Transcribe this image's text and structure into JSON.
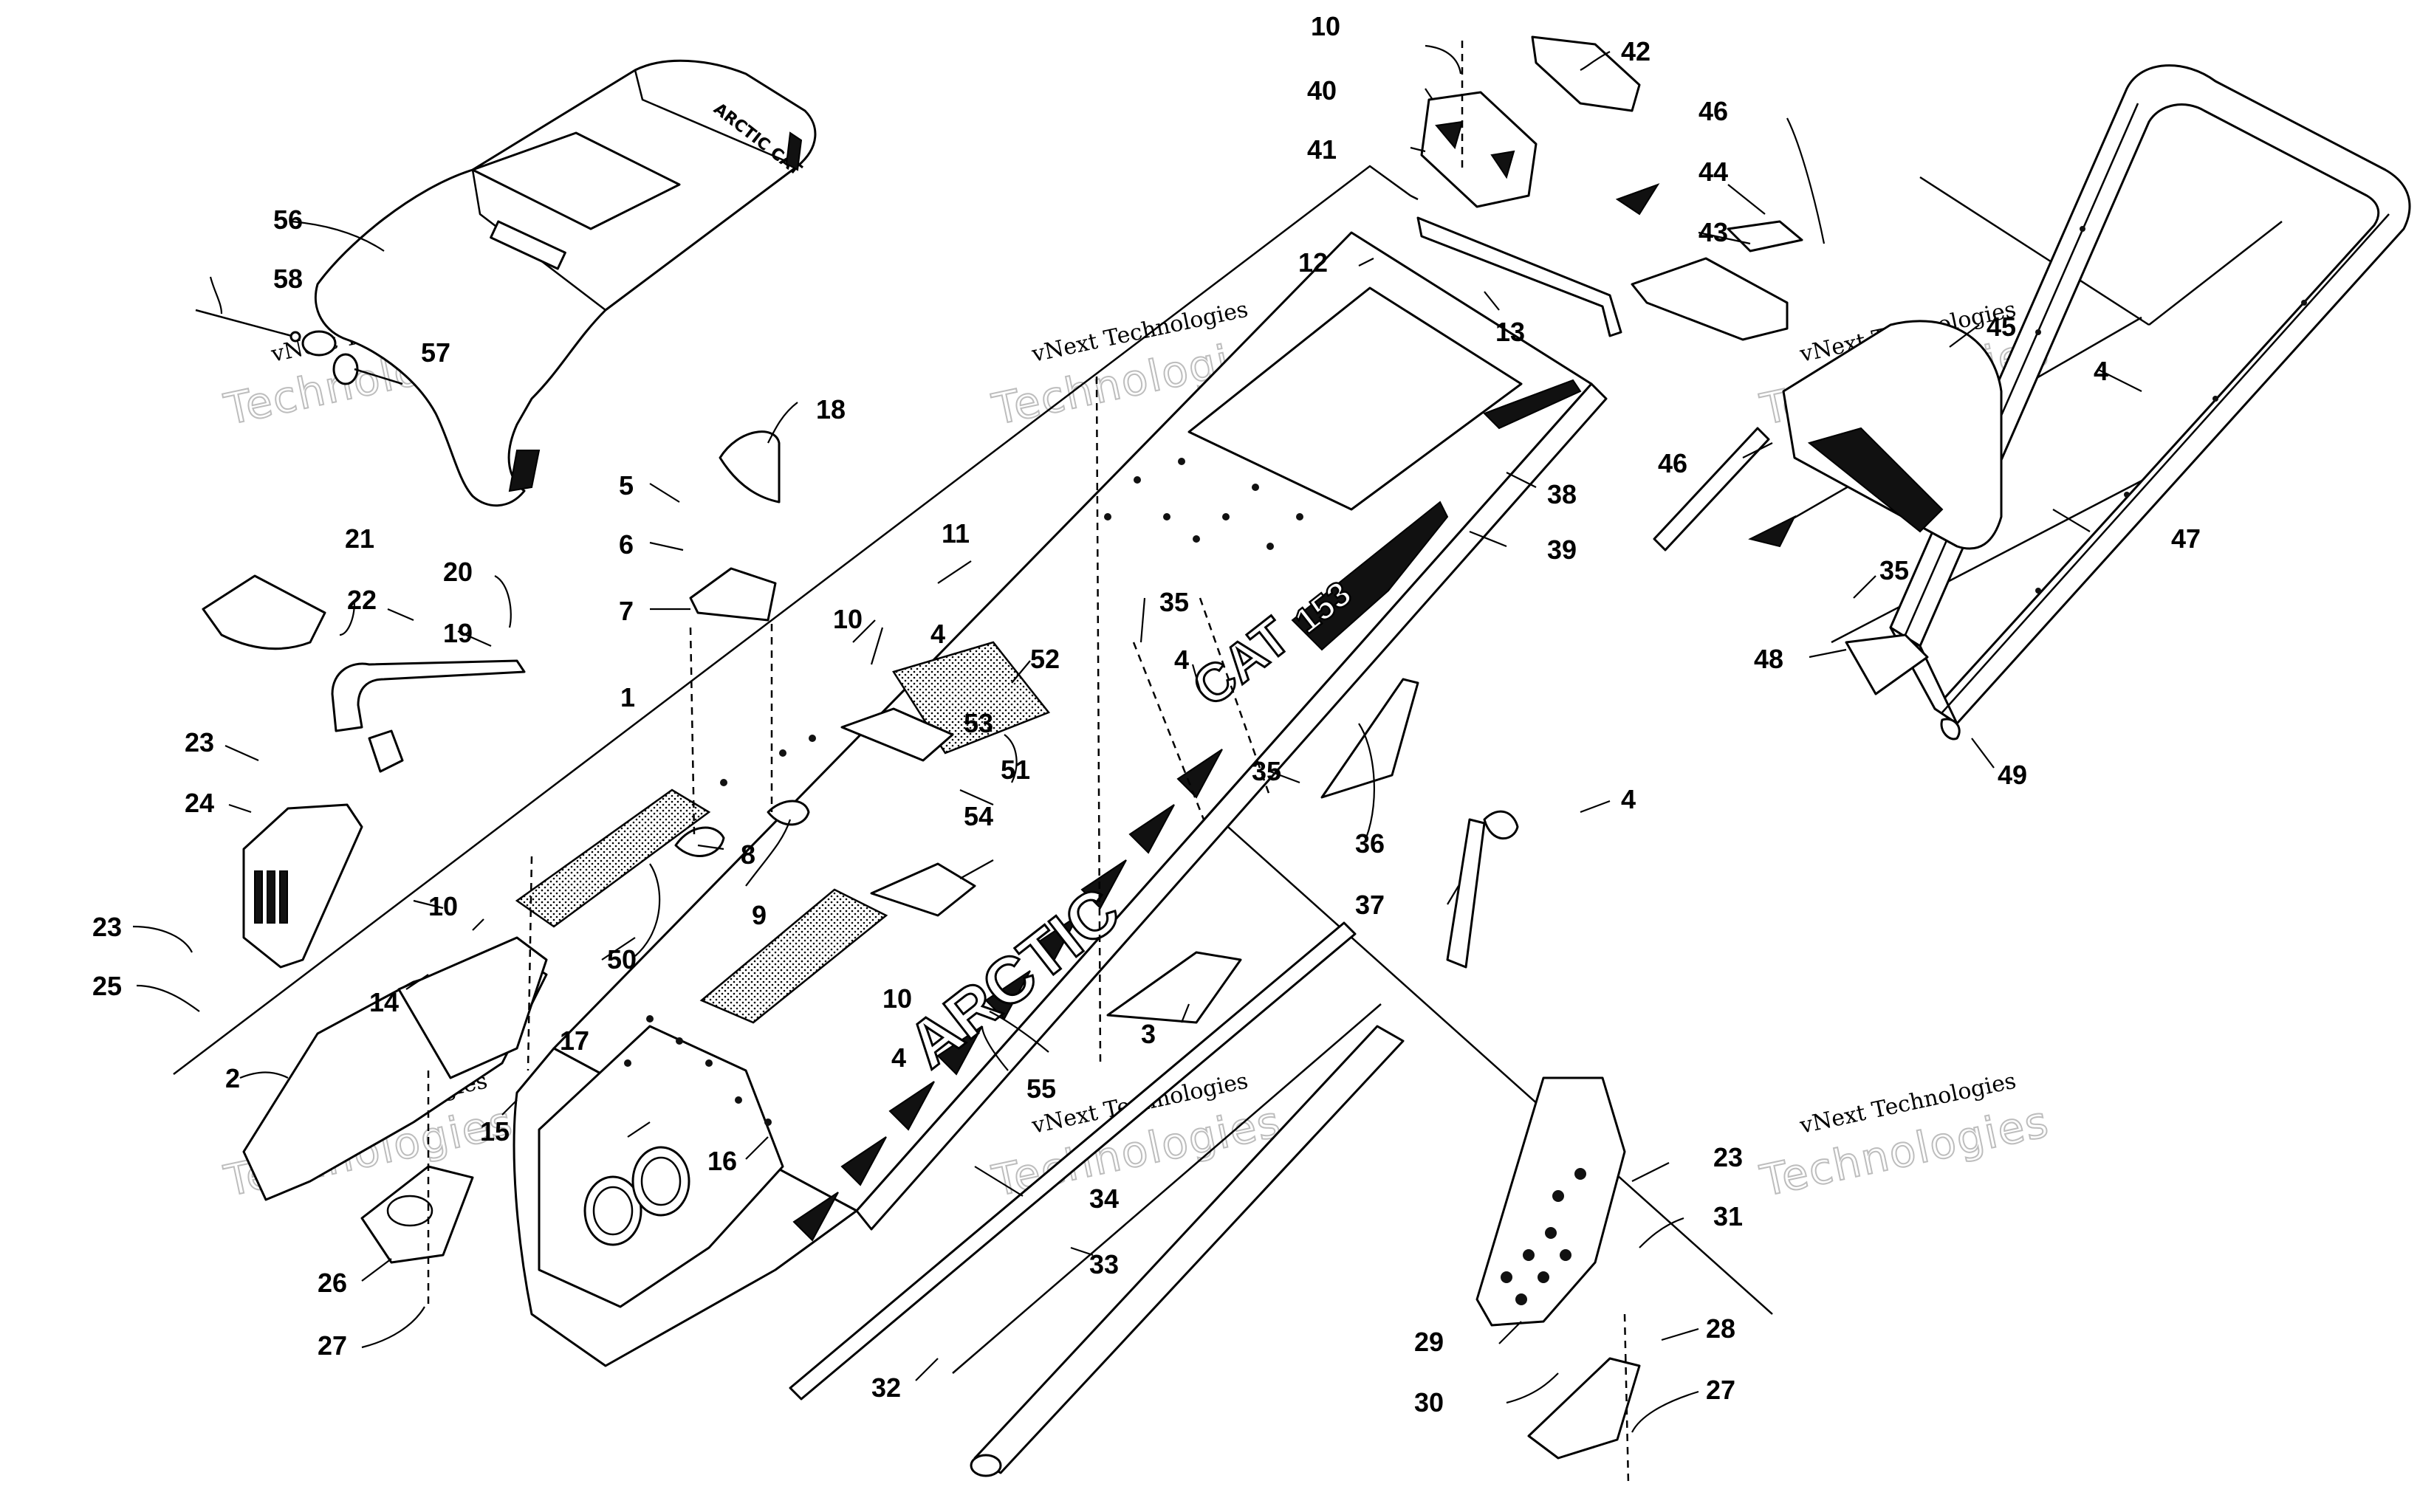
{
  "diagram": {
    "callouts": [
      {
        "num": "1"
      },
      {
        "num": "2"
      },
      {
        "num": "3"
      },
      {
        "num": "4"
      },
      {
        "num": "4"
      },
      {
        "num": "4"
      },
      {
        "num": "4"
      },
      {
        "num": "4"
      },
      {
        "num": "5"
      },
      {
        "num": "6"
      },
      {
        "num": "7"
      },
      {
        "num": "8"
      },
      {
        "num": "9"
      },
      {
        "num": "10"
      },
      {
        "num": "10"
      },
      {
        "num": "10"
      },
      {
        "num": "10"
      },
      {
        "num": "11"
      },
      {
        "num": "12"
      },
      {
        "num": "13"
      },
      {
        "num": "14"
      },
      {
        "num": "15"
      },
      {
        "num": "16"
      },
      {
        "num": "17"
      },
      {
        "num": "18"
      },
      {
        "num": "19"
      },
      {
        "num": "20"
      },
      {
        "num": "21"
      },
      {
        "num": "22"
      },
      {
        "num": "23"
      },
      {
        "num": "23"
      },
      {
        "num": "23"
      },
      {
        "num": "24"
      },
      {
        "num": "25"
      },
      {
        "num": "26"
      },
      {
        "num": "27"
      },
      {
        "num": "27"
      },
      {
        "num": "28"
      },
      {
        "num": "29"
      },
      {
        "num": "30"
      },
      {
        "num": "31"
      },
      {
        "num": "32"
      },
      {
        "num": "33"
      },
      {
        "num": "34"
      },
      {
        "num": "35"
      },
      {
        "num": "35"
      },
      {
        "num": "35"
      },
      {
        "num": "36"
      },
      {
        "num": "37"
      },
      {
        "num": "38"
      },
      {
        "num": "39"
      },
      {
        "num": "40"
      },
      {
        "num": "41"
      },
      {
        "num": "42"
      },
      {
        "num": "43"
      },
      {
        "num": "44"
      },
      {
        "num": "45"
      },
      {
        "num": "46"
      },
      {
        "num": "46"
      },
      {
        "num": "47"
      },
      {
        "num": "48"
      },
      {
        "num": "49"
      },
      {
        "num": "50"
      },
      {
        "num": "51"
      },
      {
        "num": "52"
      },
      {
        "num": "53"
      },
      {
        "num": "54"
      },
      {
        "num": "55"
      },
      {
        "num": "56"
      },
      {
        "num": "57"
      },
      {
        "num": "58"
      }
    ],
    "watermark": {
      "line1": "vNext Technologies",
      "line2": "Technologies"
    },
    "decals": {
      "arctic": "ARCTIC",
      "cat": "CAT",
      "seat_logo": "ARCTIC CAT",
      "size": "153"
    }
  }
}
